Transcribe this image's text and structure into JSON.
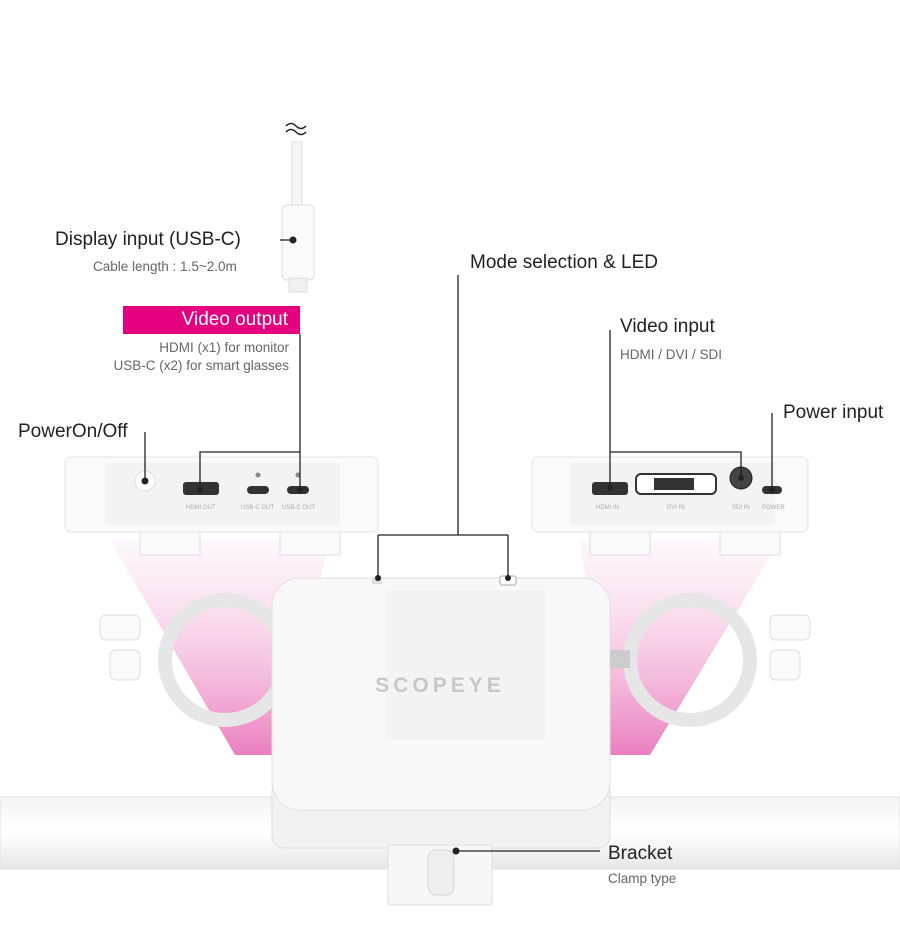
{
  "labels": {
    "display_input": "Display input (USB-C)",
    "cable_length": "Cable length : 1.5~2.0m",
    "video_output": "Video output",
    "video_output_hdmi": "HDMI (x1) for monitor",
    "video_output_usbc": "USB-C (x2) for smart glasses",
    "power_onoff": "PowerOn/Off",
    "mode_selection": "Mode selection & LED",
    "video_input": "Video input",
    "video_input_types": "HDMI / DVI / SDI",
    "power_input": "Power input",
    "bracket": "Bracket",
    "bracket_type": "Clamp type"
  },
  "ports": {
    "hdmi_out": "HDMI OUT",
    "usbc_out_1": "USB-C OUT",
    "usbc_out_2": "USB-C OUT",
    "hdmi_in": "HDMI IN",
    "dvi_in": "DVI IN",
    "sdi_in": "SDI IN",
    "power": "POWER"
  },
  "brand": "SCOPEYE",
  "colors": {
    "accent": "#e4007f"
  }
}
